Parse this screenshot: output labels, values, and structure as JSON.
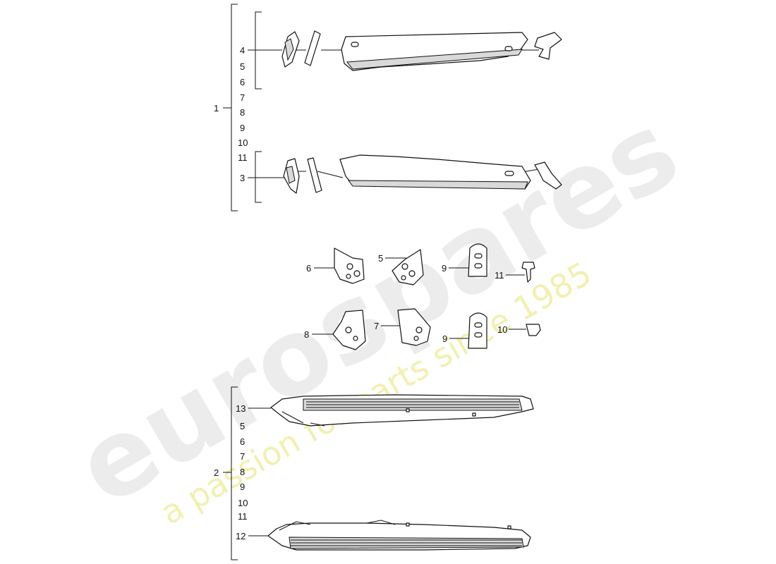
{
  "watermark": {
    "brand": "eurospares",
    "tagline": "a passion for parts since 1985",
    "brand_color": "#ececec",
    "tagline_color": "#f2f0b0"
  },
  "labels": {
    "group1": {
      "main": "1",
      "upper": [
        "4",
        "5",
        "6"
      ],
      "middle": [
        "7",
        "8",
        "9",
        "10"
      ],
      "lower": [
        "11",
        "3"
      ]
    },
    "brackets": {
      "b6": "6",
      "b5": "5",
      "b9a": "9",
      "b11": "11",
      "b8": "8",
      "b7": "7",
      "b9b": "9",
      "b10": "10"
    },
    "group2": {
      "main": "2",
      "top": "13",
      "list": [
        "5",
        "6",
        "7",
        "8",
        "9",
        "10",
        "11"
      ],
      "bottom": "12"
    }
  }
}
